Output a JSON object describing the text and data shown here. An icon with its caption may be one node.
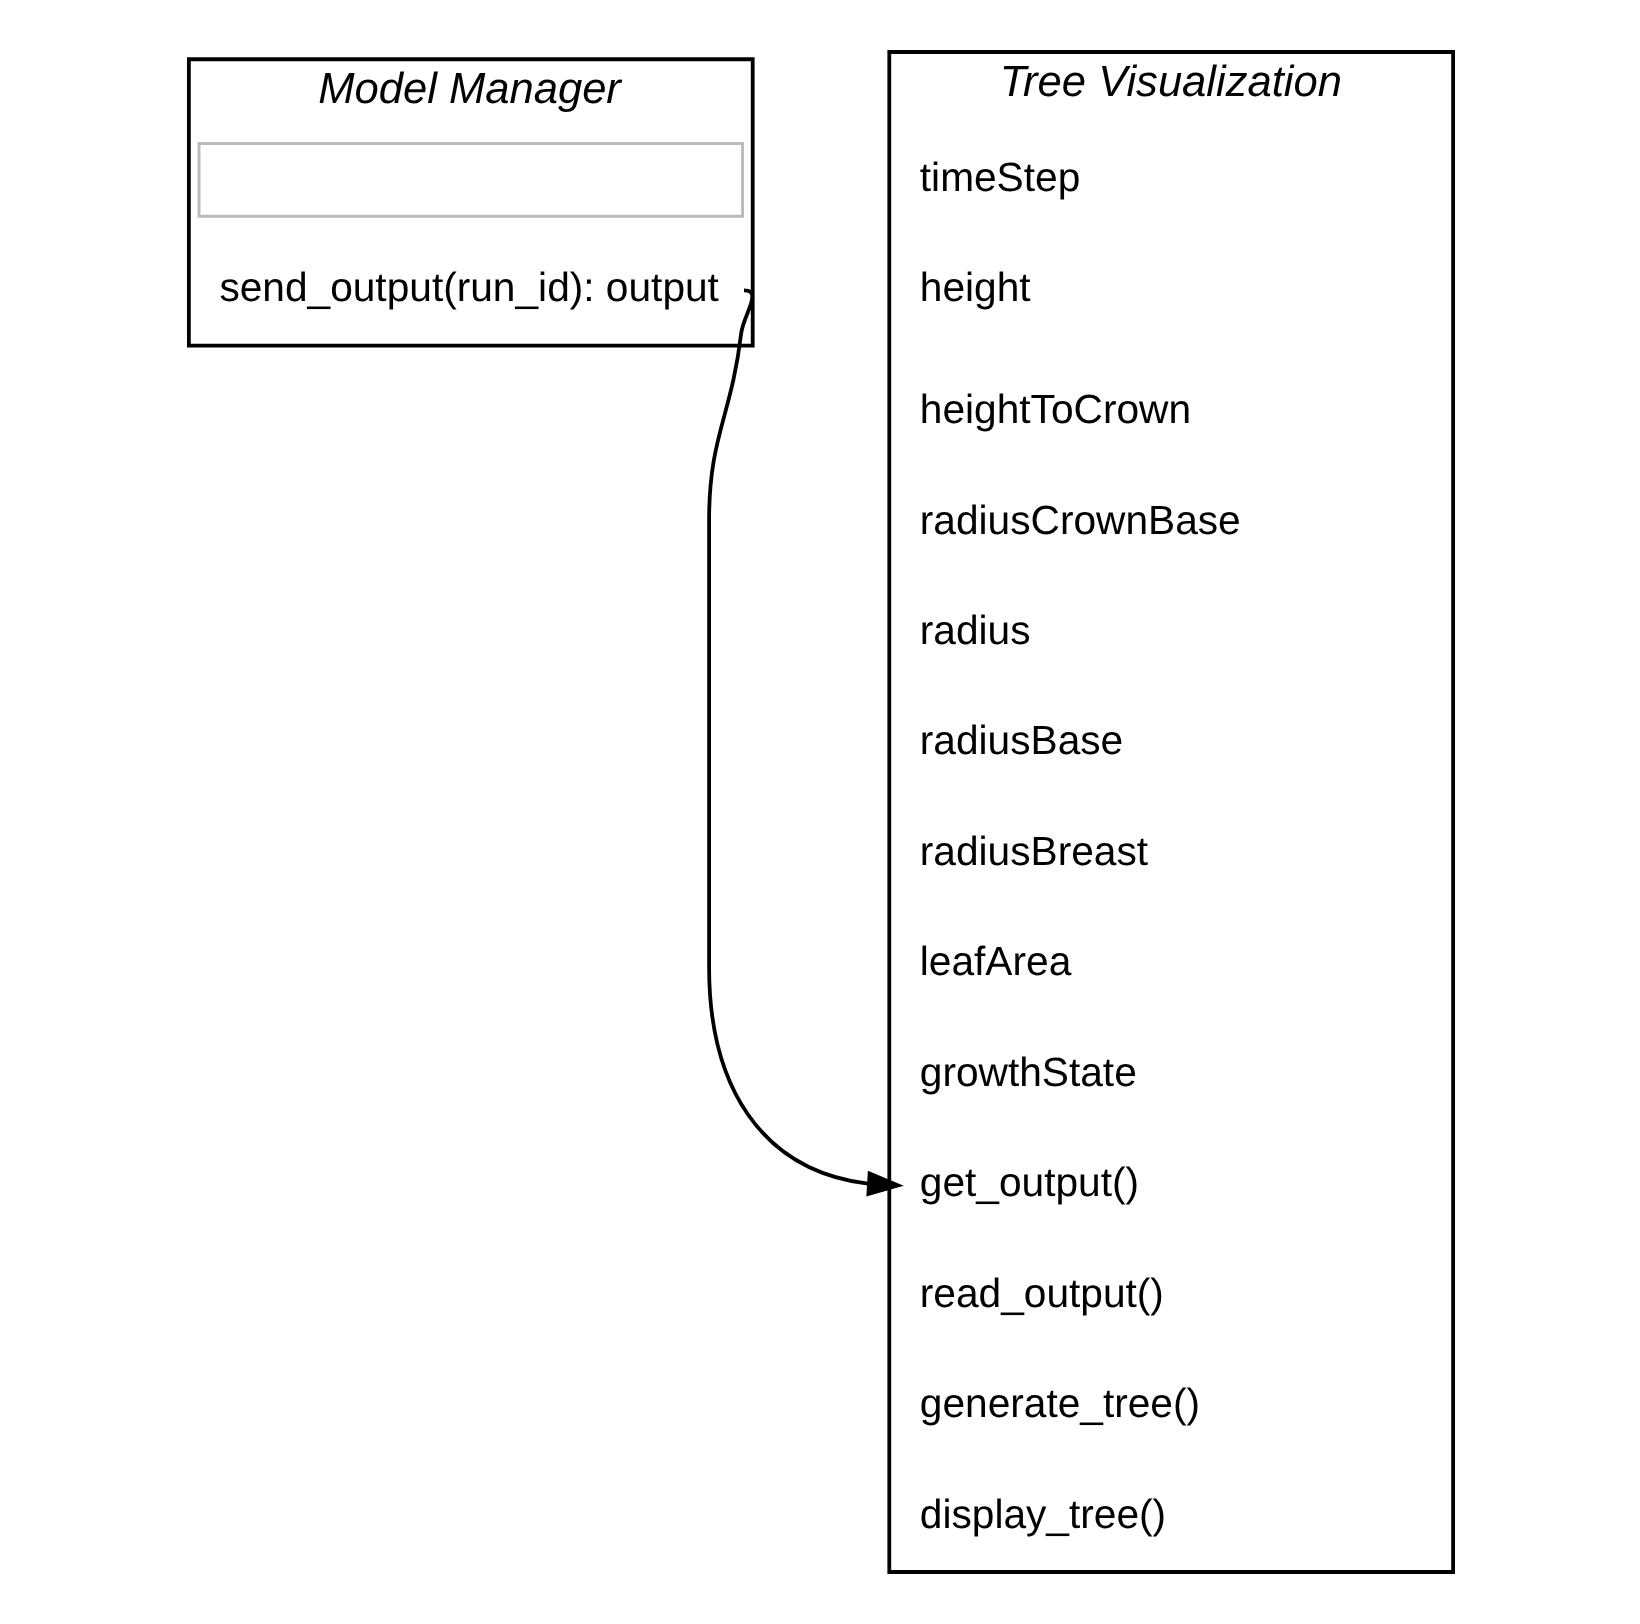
{
  "diagram": {
    "nodes": [
      {
        "text": [
          "Model Manager"
        ]
      },
      {
        "text": [],
        "shape": "box",
        "in": 0
      },
      {
        "text": [
          "send_output(run_id): output"
        ],
        "in": 0
      },
      {
        "text": [
          "Tree Visualization"
        ]
      },
      {
        "text": [
          "timeStep"
        ],
        "in": 3
      },
      {
        "text": [
          "height"
        ],
        "in": 3
      },
      {
        "text": [
          "heightToCrown"
        ],
        "in": 3
      },
      {
        "text": [
          "radiusCrownBase"
        ],
        "in": 3
      },
      {
        "text": [
          "radius"
        ],
        "in": 3
      },
      {
        "text": [
          "radiusBase"
        ],
        "in": 3
      },
      {
        "text": [
          "radiusBreast"
        ],
        "in": 3
      },
      {
        "text": [
          "leafArea"
        ],
        "in": 3
      },
      {
        "text": [
          "growthState"
        ],
        "in": 3
      },
      {
        "text": [
          "get_output()"
        ],
        "in": 3
      },
      {
        "text": [
          "read_output()"
        ],
        "in": 3
      },
      {
        "text": [
          "generate_tree()"
        ],
        "in": 3
      },
      {
        "text": [
          "display_tree()"
        ],
        "in": 3
      }
    ],
    "edges": [
      {
        "from": 2,
        "to": 13,
        "arrow": "to"
      }
    ]
  }
}
